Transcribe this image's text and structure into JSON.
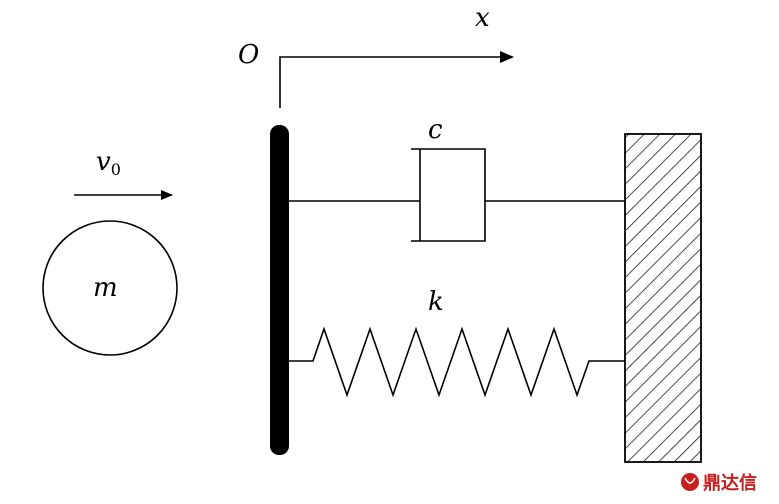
{
  "labels": {
    "origin": "O",
    "axis": "x",
    "velocity_symbol": "v",
    "velocity_subscript": "0",
    "mass": "m",
    "damper": "c",
    "spring": "k"
  },
  "watermark": {
    "text": "鼎达信",
    "color": "#c81e1e"
  }
}
